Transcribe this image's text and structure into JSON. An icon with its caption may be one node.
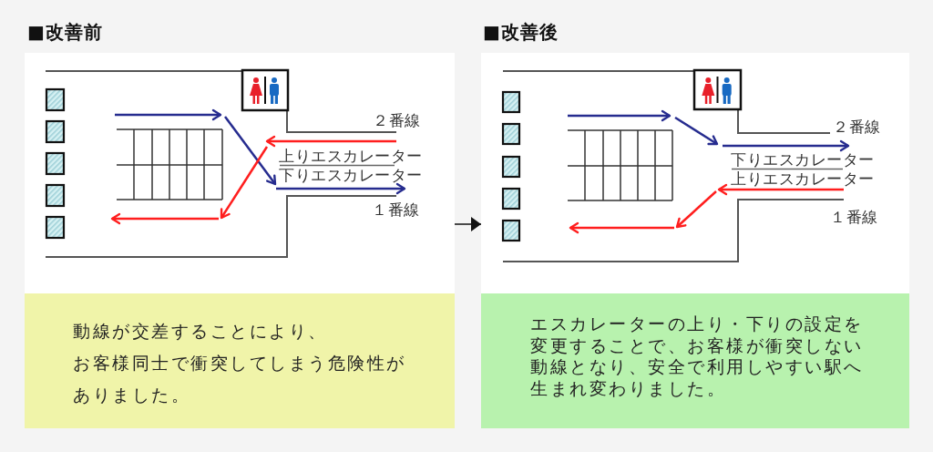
{
  "diagram": {
    "nodes": [
      {
        "text": [
          "■改善前"
        ]
      },
      {
        "text": [
          "動線が交差することにより、お客様同士で衝突してしまう危険性がありました。"
        ],
        "in": 0
      },
      {
        "text": [
          "■改善後"
        ]
      },
      {
        "text": [
          "エスカレーターの上り・下りの設定を変更することで、お客様が衝突しない動線となり、安全で利用しやすい駅へ生まれ変わりました。"
        ],
        "in": 2
      }
    ],
    "edges": [
      {
        "from": 0,
        "to": 2,
        "arrow": "to"
      }
    ],
    "labels": [
      "２番線",
      "上りエスカレーター",
      "下りエスカレーター",
      "１番線",
      "２番線",
      "下りエスカレーター",
      "上りエスカレーター",
      "１番線"
    ]
  }
}
